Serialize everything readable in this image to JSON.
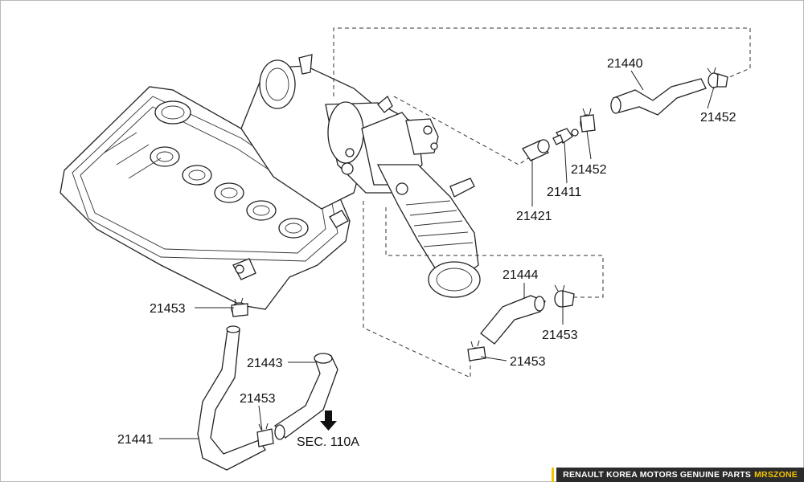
{
  "diagram": {
    "callouts": {
      "p21440": "21440",
      "p21452_top": "21452",
      "p21452_mid": "21452",
      "p21411": "21411",
      "p21421": "21421",
      "p21444": "21444",
      "p21453_right": "21453",
      "p21453_lower": "21453",
      "p21453_left": "21453",
      "p21443": "21443",
      "p21453_bottom": "21453",
      "p21441": "21441"
    },
    "sec_ref": "SEC. 110A"
  },
  "banner": {
    "main_text": "RENAULT KOREA MOTORS GENUINE PARTS",
    "accent_text": "MRSZONE",
    "accent_color": "#f4c400",
    "background": "#2b2b2b"
  }
}
